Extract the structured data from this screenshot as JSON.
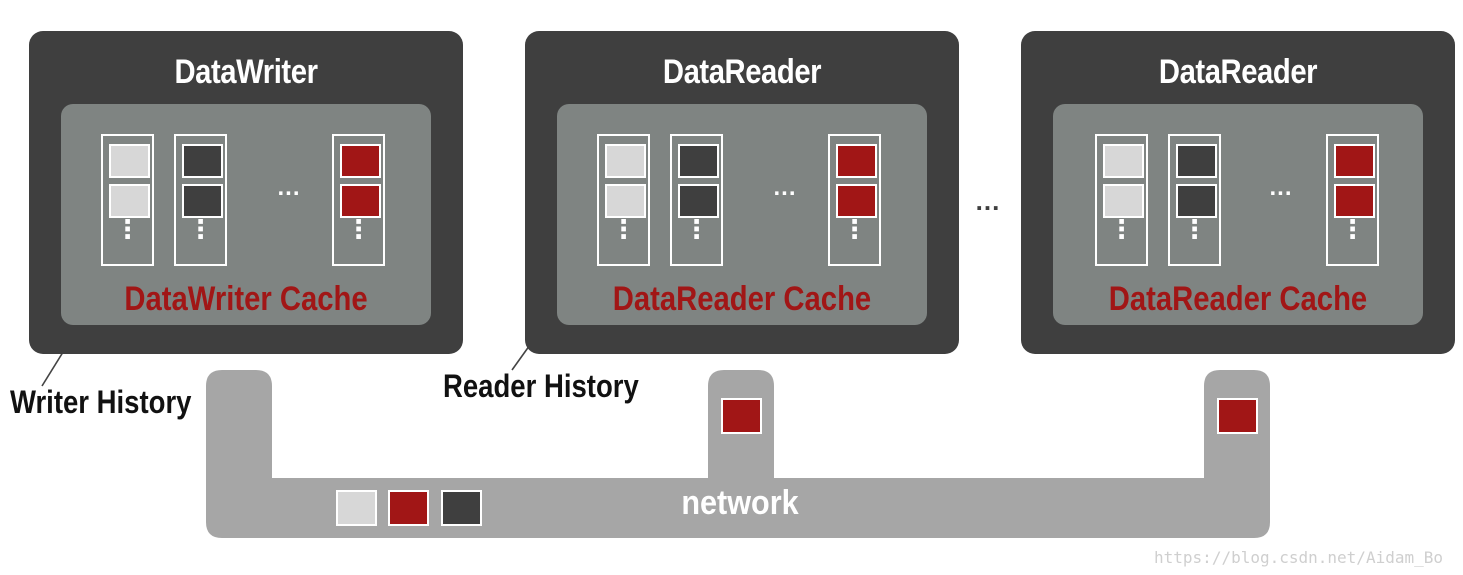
{
  "colors": {
    "entity_bg": "#3f3f3f",
    "cache_bg": "#7f8482",
    "sample_light": "#d7d7d7",
    "sample_dark": "#3f3f3f",
    "sample_red": "#a11616",
    "network": "#a6a6a6"
  },
  "entities": [
    {
      "title": "DataWriter",
      "cache_label": "DataWriter Cache",
      "column_gap": "...",
      "column_dots": "⋮"
    },
    {
      "title": "DataReader",
      "cache_label": "DataReader Cache",
      "column_gap": "...",
      "column_dots": "⋮"
    },
    {
      "title": "DataReader",
      "cache_label": "DataReader Cache",
      "column_gap": "...",
      "column_dots": "⋮"
    }
  ],
  "between_readers": "...",
  "callouts": {
    "writer_history": "Writer History",
    "reader_history": "Reader History"
  },
  "network": {
    "label": "network",
    "in_transit": [
      "sample-light",
      "sample-red",
      "sample-dark"
    ],
    "delivered": [
      "sample-red",
      "sample-red"
    ]
  },
  "watermark": "https://blog.csdn.net/Aidam_Bo"
}
